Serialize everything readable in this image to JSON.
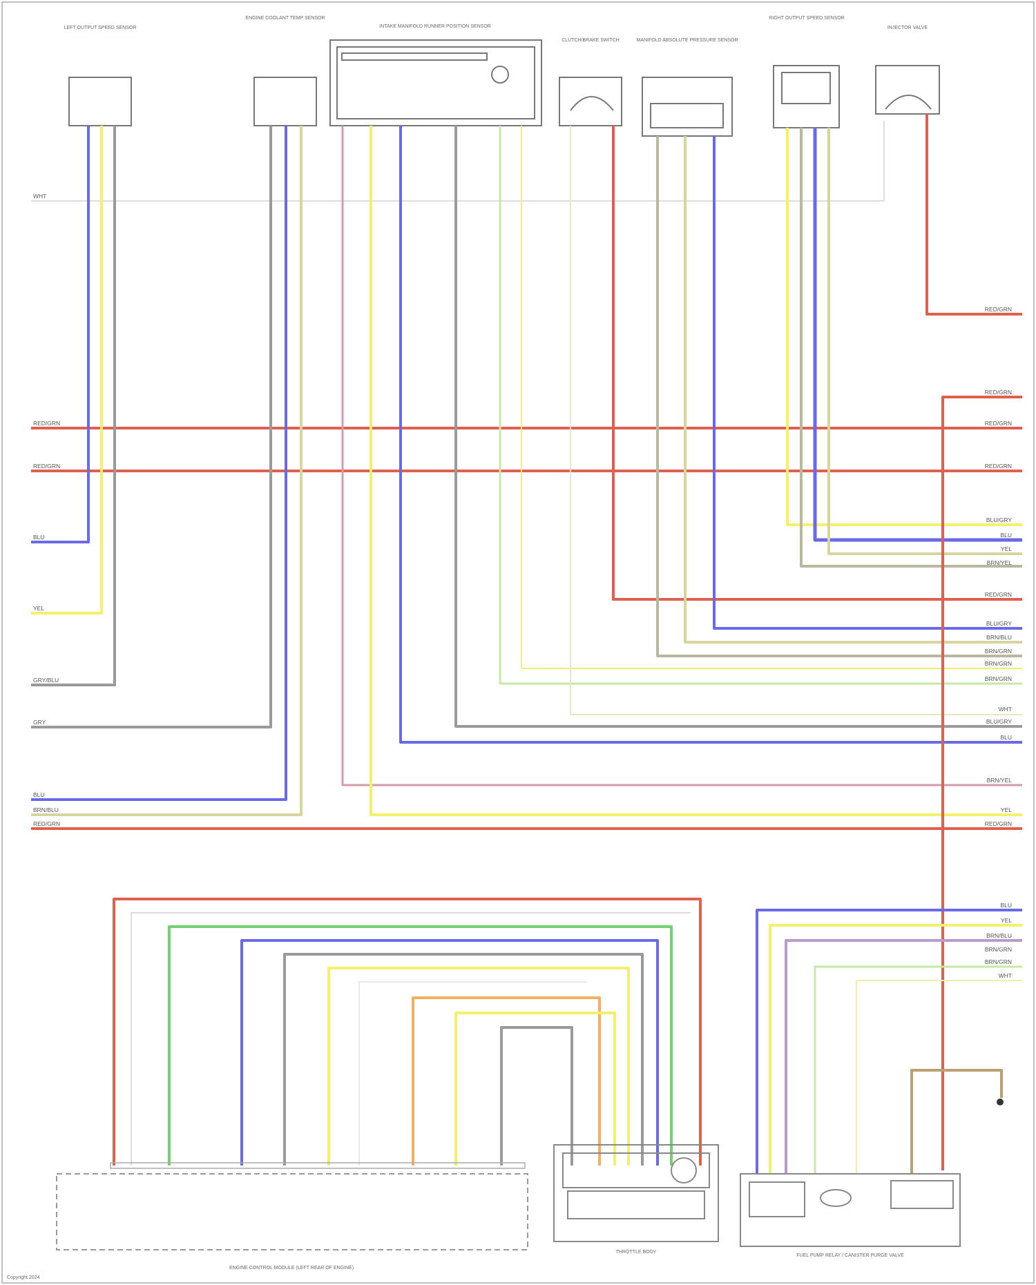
{
  "title": "",
  "colors": {
    "red": "#e06050",
    "blue": "#6a6ae8",
    "yellow": "#f4f06a",
    "gray": "#9a9a9a",
    "green": "#74d070",
    "orange": "#f4b060",
    "ltgreen": "#c6e8a6",
    "beige": "#d8d4a0",
    "violet": "#b89acc",
    "lightgray": "#cccccc",
    "brown": "#b8a070"
  },
  "components": {
    "top": [
      "LEFT OUTPUT SPEED SENSOR",
      "ENGINE COOLANT TEMP SENSOR",
      "INTAKE MANIFOLD RUNNER POSITION SENSOR",
      "CLUTCH/BRAKE SWITCH",
      "MANIFOLD ABSOLUTE PRESSURE SENSOR",
      "RIGHT OUTPUT SPEED SENSOR",
      "INJECTOR VALVE"
    ],
    "bottom": [
      "ENGINE CONTROL MODULE (LEFT REAR OF ENGINE)",
      "THROTTLE BODY",
      "FUEL PUMP RELAY / CANISTER PURGE VALVE"
    ]
  },
  "wire_labels": {
    "left": [
      "WHT",
      "RED/GRN",
      "RED/GRN",
      "BLU",
      "YEL",
      "GRY/BLU",
      "GRY",
      "BLU",
      "BRN/BLU",
      "RED/GRN"
    ],
    "right": [
      "RED/GRN",
      "RED/GRN",
      "RED/GRN",
      "RED/GRN",
      "BLU/GRY",
      "BLU",
      "YEL",
      "BRN/YEL",
      "RED/GRN",
      "BLU/GRY",
      "BRN/BLU",
      "BRN/GRN",
      "BRN/GRN",
      "BRN/GRN",
      "WHT",
      "BLU/GRY",
      "BLU",
      "BRN/YEL",
      "YEL",
      "RED/GRN",
      "BLU",
      "YEL",
      "BRN/BLU",
      "BRN/GRN",
      "BRN/GRN",
      "WHT"
    ]
  },
  "footer": "Copyright 2024"
}
